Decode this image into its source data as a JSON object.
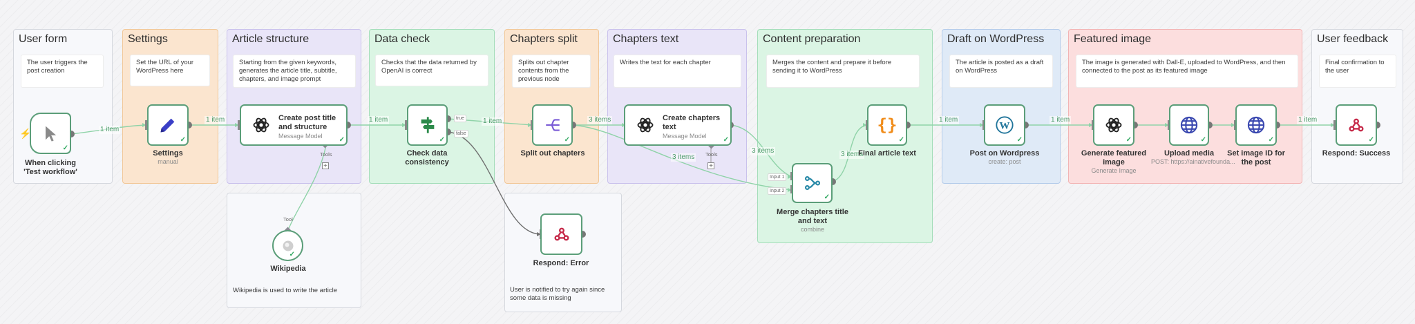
{
  "stickies": [
    {
      "id": "user-form",
      "title": "User form",
      "desc": "The user triggers the post creation"
    },
    {
      "id": "settings",
      "title": "Settings",
      "desc": "Set the URL of your WordPress here"
    },
    {
      "id": "article-structure",
      "title": "Article structure",
      "desc": "Starting from the given keywords, generates the article title, subtitle, chapters, and image prompt",
      "note": "Wikipedia is used to write the article"
    },
    {
      "id": "data-check",
      "title": "Data check",
      "desc": "Checks that the data returned by OpenAI is correct",
      "note": "User is notified to try again since some data is missing"
    },
    {
      "id": "chapters-split",
      "title": "Chapters split",
      "desc": "Splits out chapter contents from the previous node"
    },
    {
      "id": "chapters-text",
      "title": "Chapters text",
      "desc": "Writes the text for each chapter"
    },
    {
      "id": "content-preparation",
      "title": "Content preparation",
      "desc": "Merges the content and prepare it before sending it to WordPress"
    },
    {
      "id": "draft-wordpress",
      "title": "Draft on WordPress",
      "desc": "The article is posted as a draft on WordPress"
    },
    {
      "id": "featured-image",
      "title": "Featured image",
      "desc": "The image is generated with Dall-E, uploaded to WordPress, and then connected to the post as its featured image"
    },
    {
      "id": "user-feedback",
      "title": "User feedback",
      "desc": "Final confirmation to the user"
    }
  ],
  "nodes": {
    "trigger": {
      "title": "When clicking 'Test workflow'",
      "icon": "pointer-icon"
    },
    "settings": {
      "title": "Settings",
      "subtitle": "manual",
      "icon": "pencil-icon"
    },
    "create_post": {
      "title": "Create post title and structure",
      "subtitle": "Message Model",
      "icon": "openai-icon"
    },
    "wikipedia": {
      "title": "Wikipedia",
      "icon": "wikipedia-icon",
      "tool_label": "Tool"
    },
    "check": {
      "title": "Check data consistency",
      "icon": "signpost-icon",
      "out_true": "true",
      "out_false": "false"
    },
    "error": {
      "title": "Respond: Error",
      "icon": "webhook-icon"
    },
    "split": {
      "title": "Split out chapters",
      "icon": "split-icon"
    },
    "chapters_text": {
      "title": "Create chapters text",
      "subtitle": "Message Model",
      "icon": "openai-icon",
      "tool_label": "Tools"
    },
    "merge": {
      "title": "Merge chapters title and text",
      "subtitle": "combine",
      "icon": "merge-icon",
      "input1": "Input 1",
      "input2": "Input 2"
    },
    "final_text": {
      "title": "Final article text",
      "icon": "code-braces-icon"
    },
    "wordpress": {
      "title": "Post on Wordpress",
      "subtitle": "create: post",
      "icon": "wordpress-icon"
    },
    "gen_image": {
      "title": "Generate featured image",
      "subtitle": "Generate Image",
      "icon": "openai-icon"
    },
    "upload": {
      "title": "Upload media",
      "subtitle": "POST: https://ainativefounda...",
      "icon": "globe-icon"
    },
    "set_image": {
      "title": "Set image ID for the post",
      "icon": "globe-icon"
    },
    "success": {
      "title": "Respond: Success",
      "icon": "webhook-icon"
    }
  },
  "post_tools_label": "Tools",
  "edge_labels": {
    "one_item": "1 item",
    "three_items": "3 items"
  },
  "colors": {
    "node_border": "#5b9e79",
    "edge": "#8fd3a8",
    "error_edge": "#707070",
    "check": "#2fa860",
    "trigger_bolt": "#e0524a"
  }
}
